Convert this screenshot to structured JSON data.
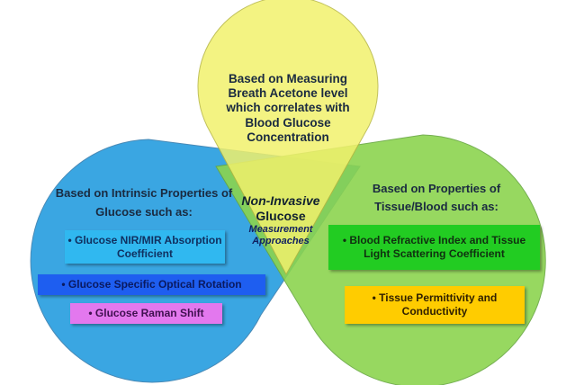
{
  "top": {
    "text": "Based on Measuring Breath Acetone level which correlates with Blood Glucose Concentration"
  },
  "left": {
    "heading": "Based on Intrinsic Properties of Glucose such as:",
    "items": [
      "• Glucose NIR/MIR Absorption Coefficient",
      "• Glucose Specific Optical Rotation",
      "• Glucose Raman Shift"
    ]
  },
  "right": {
    "heading": "Based on Properties of Tissue/Blood such as:",
    "items": [
      "• Blood Refractive Index and Tissue Light Scattering Coefficient",
      "• Tissue Permittivity and Conductivity"
    ]
  },
  "center": {
    "line1": "Non-Invasive",
    "line2": "Glucose",
    "line3": "Measurement",
    "line4": "Approaches"
  },
  "colors": {
    "blue": "#2a9fe0",
    "yellow": "#eef060",
    "green": "#7fd34a"
  }
}
